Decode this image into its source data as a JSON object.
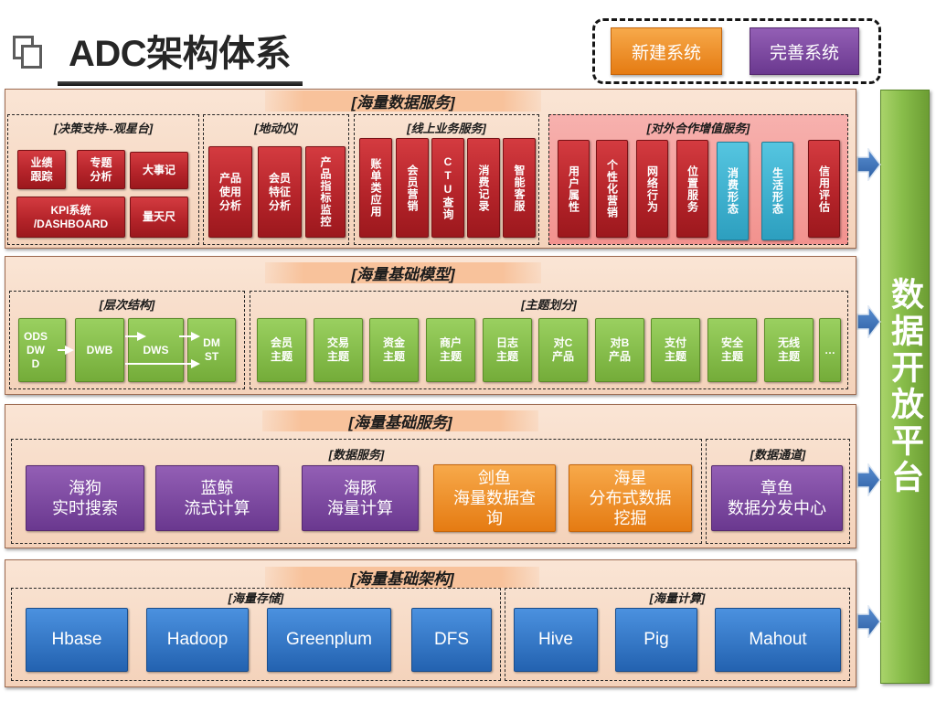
{
  "title": "ADC架构体系",
  "legend": {
    "new_label": "新建系统",
    "improved_label": "完善系统"
  },
  "platform": {
    "label": "数据开放平台"
  },
  "colors": {
    "new_system": "#f08a1e",
    "improved_system": "#7b4a9e",
    "service_box": "#b9252b",
    "highlight_box": "#34a9c8",
    "model_box": "#82bb45",
    "infrastructure_box": "#2f71c3",
    "platform_bar": "#88bd4a",
    "panel": "#f6d9c4",
    "partner_group": "#f4a09c",
    "arrow": "#3b6fb6"
  },
  "sections": [
    {
      "title": "[海量数据服务]",
      "groups": [
        {
          "title": "[决策支持--观星台]",
          "items": [
            "业绩\n跟踪",
            "专题\n分析",
            "大事记",
            "KPI系统\n/DASHBOARD",
            "量天尺"
          ]
        },
        {
          "title": "[地动仪]",
          "items": [
            "产品\n使用\n分析",
            "会员\n特征\n分析",
            "产品指标监控"
          ]
        },
        {
          "title": "[线上业务服务]",
          "items": [
            "账单类应用",
            "会员营销",
            "CTU查询",
            "消费记录",
            "智能客服"
          ]
        },
        {
          "title": "[对外合作增值服务]",
          "items": [
            "用户属性",
            "个性化营销",
            "网络行为",
            "位置服务",
            "消费形态",
            "生活形态",
            "信用评估"
          ]
        }
      ]
    },
    {
      "title": "[海量基础模型]",
      "groups": [
        {
          "title": "[层次结构]",
          "items": [
            "ODS\nDW\nD",
            "DWB",
            "DWS",
            "DM\nST"
          ]
        },
        {
          "title": "[主题划分]",
          "items": [
            "会员\n主题",
            "交易\n主题",
            "资金\n主题",
            "商户\n主题",
            "日志\n主题",
            "对C\n产品",
            "对B\n产品",
            "支付\n主题",
            "安全\n主题",
            "无线\n主题",
            "…"
          ]
        }
      ]
    },
    {
      "title": "[海量基础服务]",
      "groups": [
        {
          "title": "[数据服务]",
          "items": [
            "海狗\n实时搜索",
            "蓝鲸\n流式计算",
            "海豚\n海量计算",
            "剑鱼\n海量数据查\n询",
            "海星\n分布式数据\n挖掘"
          ]
        },
        {
          "title": "[数据通道]",
          "items": [
            "章鱼\n数据分发中心"
          ]
        }
      ]
    },
    {
      "title": "[海量基础架构]",
      "groups": [
        {
          "title": "[海量存储]",
          "items": [
            "Hbase",
            "Hadoop",
            "Greenplum",
            "DFS"
          ]
        },
        {
          "title": "[海量计算]",
          "items": [
            "Hive",
            "Pig",
            "Mahout"
          ]
        }
      ]
    }
  ]
}
